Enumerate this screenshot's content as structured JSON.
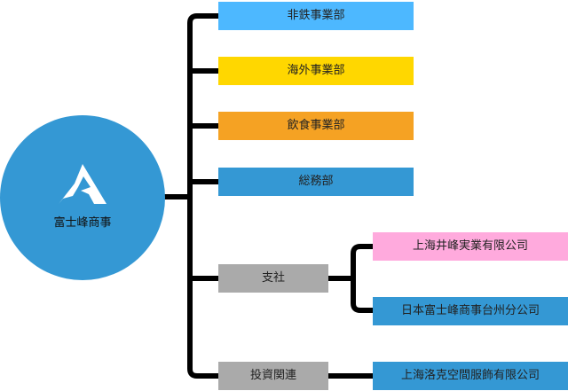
{
  "root": {
    "label": "富士峰商事",
    "color": "#3498d4",
    "logo": "mountain-logo"
  },
  "departments": [
    {
      "label": "非鉄事業部",
      "color": "#4db8ff"
    },
    {
      "label": "海外事業部",
      "color": "#ffd700"
    },
    {
      "label": "飲食事業部",
      "color": "#f5a223"
    },
    {
      "label": "総務部",
      "color": "#3498d4"
    },
    {
      "label": "支社",
      "color": "#aaaaaa"
    },
    {
      "label": "投資関連",
      "color": "#aaaaaa"
    }
  ],
  "subsidiaries": [
    {
      "label": "上海井峰実業有限公司",
      "color": "#ffaadd",
      "parent": "支社"
    },
    {
      "label": "日本富士峰商事台州分公司",
      "color": "#3498d4",
      "parent": "支社"
    },
    {
      "label": "上海洛克空間服飾有限公司",
      "color": "#3498d4",
      "parent": "投資関連"
    }
  ]
}
